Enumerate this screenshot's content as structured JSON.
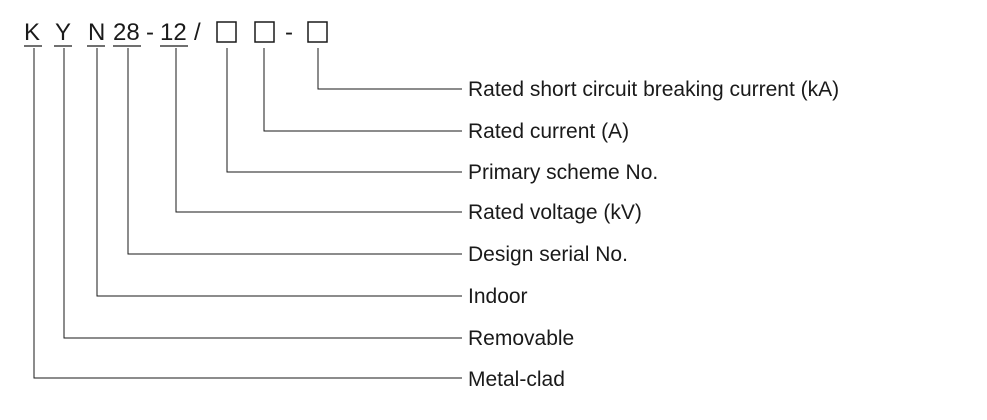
{
  "model_code": {
    "K": "K",
    "Y": "Y",
    "N": "N",
    "serial": "28",
    "dash1": "-",
    "voltage": "12",
    "slash": "/",
    "dash2": "-"
  },
  "explanations": [
    "Rated short circuit breaking current (kA)",
    "Rated current (A)",
    "Primary scheme No.",
    "Rated voltage (kV)",
    "Design serial No.",
    "Indoor",
    "Removable",
    "Metal-clad"
  ]
}
